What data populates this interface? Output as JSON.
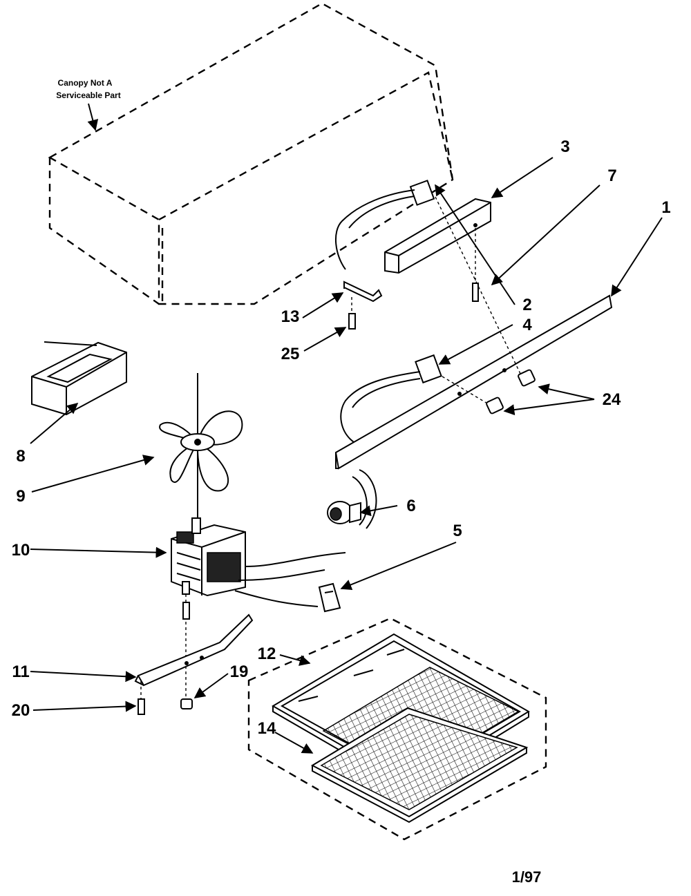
{
  "canopy_note": [
    "Canopy Not A",
    "Serviceable Part"
  ],
  "callouts": [
    "3",
    "7",
    "1",
    "2",
    "4",
    "24",
    "13",
    "25",
    "8",
    "9",
    "6",
    "10",
    "5",
    "12",
    "11",
    "19",
    "20",
    "14"
  ],
  "footer_code": "1/97"
}
